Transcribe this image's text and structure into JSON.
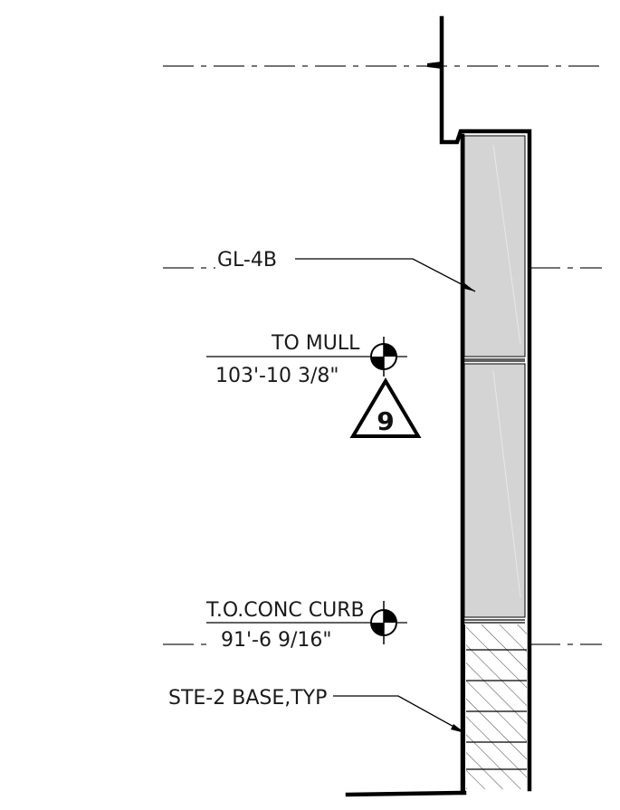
{
  "labels": {
    "glass": "GL-4B",
    "mull_title": "TO MULL",
    "mull_elev": "103'-10 3/8\"",
    "tag_number": "9",
    "curb_title": "T.O.CONC CURB",
    "curb_elev": "91'-6 9/16\"",
    "base": "STE-2 BASE,TYP"
  },
  "colors": {
    "glass_fill": "#d4d4d4",
    "line": "#000000",
    "hatch": "#444444"
  },
  "icons": [
    "elevation-marker-icon",
    "section-tag-triangle-icon"
  ]
}
